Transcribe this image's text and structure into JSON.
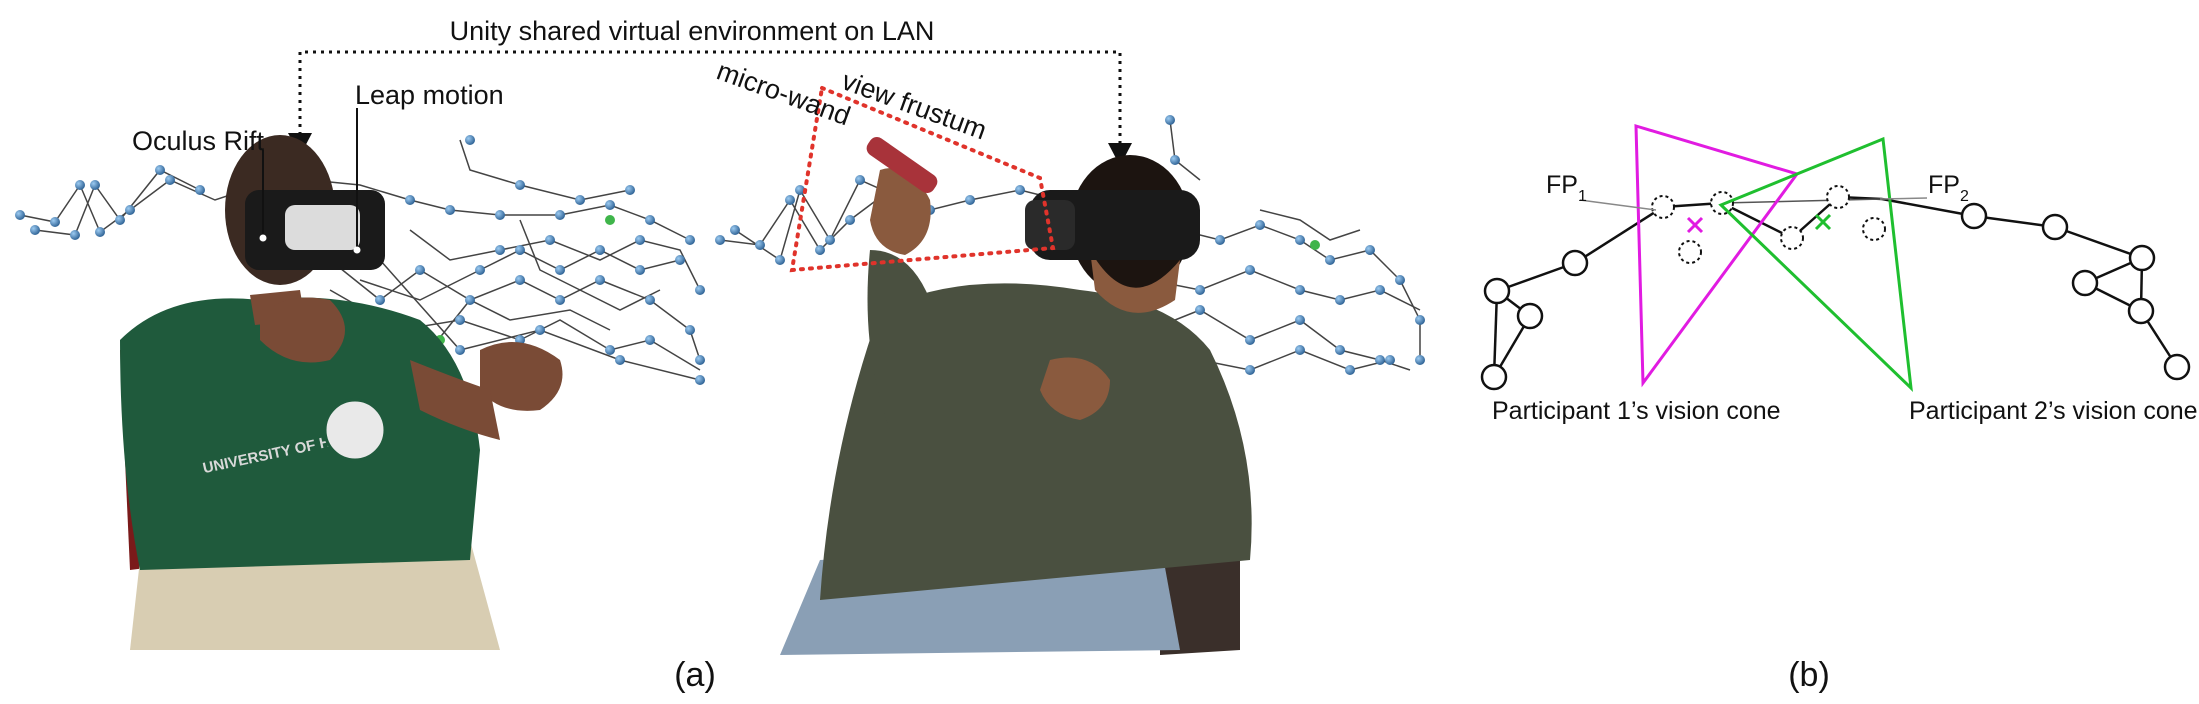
{
  "panel_a": {
    "caption": "(a)",
    "top_label": "Unity shared virtual environment on LAN",
    "label_oculus": "Oculus Rift",
    "label_leap": "Leap motion",
    "label_wand": "micro-wand",
    "label_frustum": "view frustum",
    "label_shirt": "UNIVERSITY OF HAWAI'I"
  },
  "panel_b": {
    "caption": "(b)",
    "fp1": "FP",
    "fp1_sub": "1",
    "fp2": "FP",
    "fp2_sub": "2",
    "cone1_label": "Participant 1’s vision cone",
    "cone2_label": "Participant 2’s vision cone"
  },
  "colors": {
    "cone1": "#e11be1",
    "cone2": "#1fbf2f",
    "frustum": "#e0332b",
    "node": "#3a78b5",
    "shirt_left": "#1f5a3c",
    "jacket_right": "#4a5040"
  }
}
